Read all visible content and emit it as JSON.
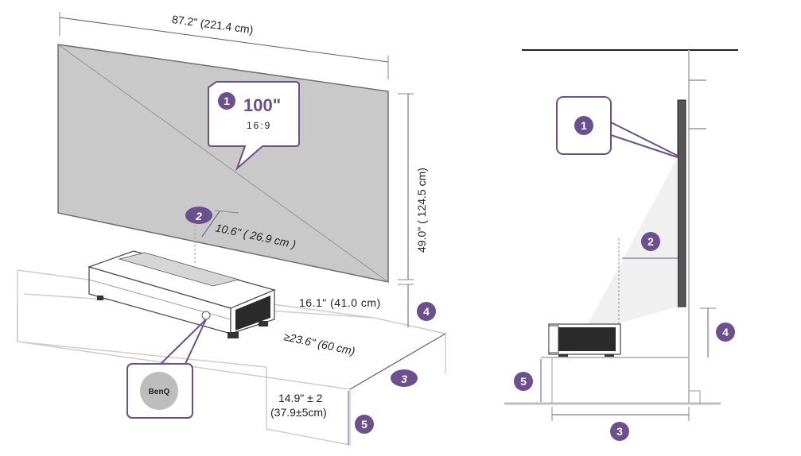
{
  "colors": {
    "accent": "#6c4f8e",
    "screen": "#c9c9c9",
    "screen_edge": "#777777",
    "callout_border": "#6c4f8e",
    "floor": "#b8b8b8",
    "outline": "#cccccc"
  },
  "left": {
    "width_dim": "87.2\" (221.4 cm)",
    "height_dim": "49.0\" ( 124.5 cm)",
    "screen_size": "100\"",
    "aspect": "16:9",
    "offset_dim": "10.6\" ( 26.9 cm )",
    "clearance_dim": "16.1\" (41.0 cm)",
    "depth_dim": "≥23.6\" (60 cm)",
    "height_floor_line1": "14.9\" ± 2",
    "height_floor_line2": "(37.9±5cm)",
    "brand": "BenQ",
    "badges": {
      "b1": "1",
      "b2": "2",
      "b3": "3",
      "b4": "4",
      "b5": "5"
    }
  },
  "right": {
    "badges": {
      "b1": "1",
      "b2": "2",
      "b3": "3",
      "b4": "4",
      "b5": "5"
    }
  }
}
